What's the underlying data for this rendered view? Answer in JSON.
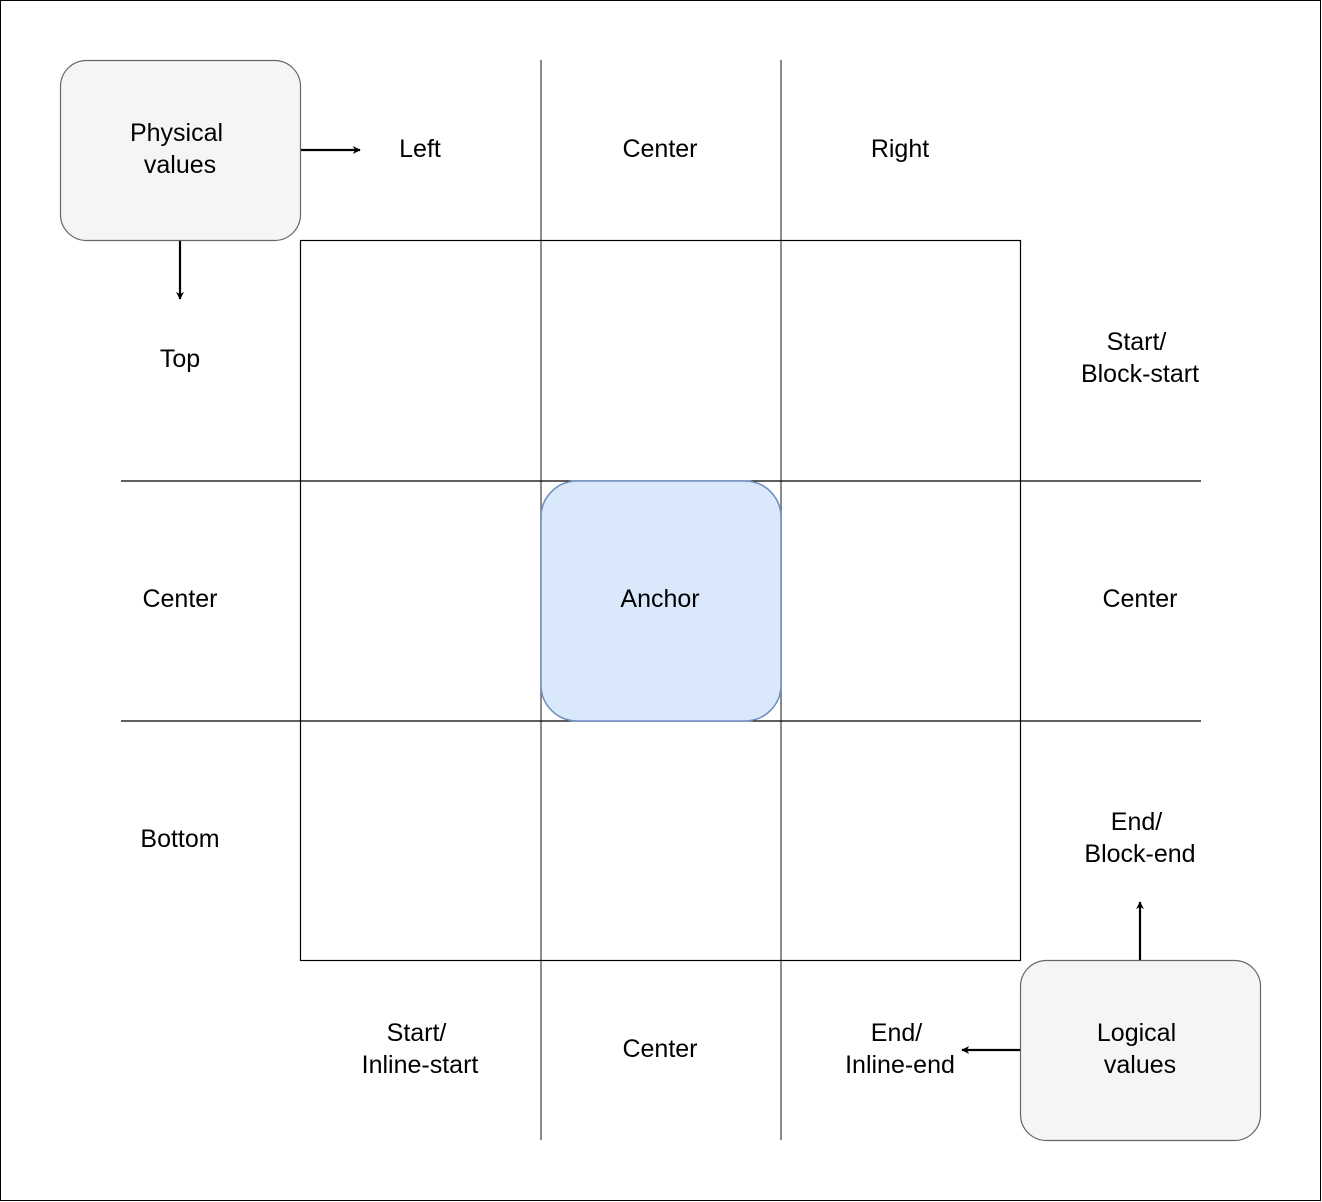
{
  "colors": {
    "background": "#ffffff",
    "line": "#000000",
    "grid_line": "#666666",
    "legend_fill": "#f5f5f5",
    "legend_stroke": "#666666",
    "anchor_fill": "#dae8fc",
    "anchor_stroke": "#6c8ebf"
  },
  "legend": {
    "physical": [
      "Physical",
      "values"
    ],
    "logical": [
      "Logical",
      "values"
    ]
  },
  "anchor": {
    "label": "Anchor"
  },
  "physical_columns": {
    "left": "Left",
    "center": "Center",
    "right": "Right"
  },
  "physical_rows": {
    "top": "Top",
    "center": "Center",
    "bottom": "Bottom"
  },
  "logical_rows": {
    "start": [
      "Start/",
      "Block-start"
    ],
    "center": "Center",
    "end": [
      "End/",
      "Block-end"
    ]
  },
  "logical_columns": {
    "start": [
      "Start/",
      "Inline-start"
    ],
    "center": "Center",
    "end": [
      "End/",
      "Inline-end"
    ]
  }
}
